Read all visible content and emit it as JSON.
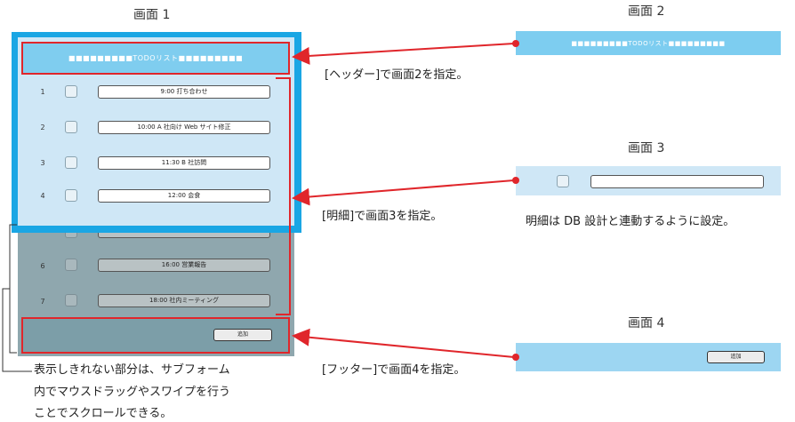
{
  "screen1": {
    "title": "画面 1",
    "header_text": "■■■■■■■■■TODOリスト■■■■■■■■■",
    "rows": [
      {
        "num": "1",
        "text": "9:00 打ち合わせ"
      },
      {
        "num": "2",
        "text": "10:00 A 社向け Web サイト修正"
      },
      {
        "num": "3",
        "text": "11:30 B 社訪問"
      },
      {
        "num": "4",
        "text": "12:00 会食"
      },
      {
        "num": "6",
        "text": "16:00 営業報告"
      },
      {
        "num": "7",
        "text": "18:00 社内ミーティング"
      }
    ],
    "add_button": "追加"
  },
  "screen2": {
    "title": "画面 2",
    "header_text": "■■■■■■■■■TODOリスト■■■■■■■■■"
  },
  "screen3": {
    "title": "画面 3",
    "note": "明細は DB 設計と連動するように設定。"
  },
  "screen4": {
    "title": "画面 4",
    "add_button": "追加"
  },
  "annotations": {
    "header": "[ヘッダー]で画面2を指定。",
    "detail": "[明細]で画面3を指定。",
    "footer": "[フッター]で画面4を指定。",
    "scroll_line1": "表示しきれない部分は、サブフォーム",
    "scroll_line2": "内でマウスドラッグやスワイプを行う",
    "scroll_line3": "ことでスクロールできる。"
  },
  "colors": {
    "accent_red": "#e0262b",
    "header_blue": "#7fcdef",
    "frame_blue": "#1aa6e4"
  }
}
